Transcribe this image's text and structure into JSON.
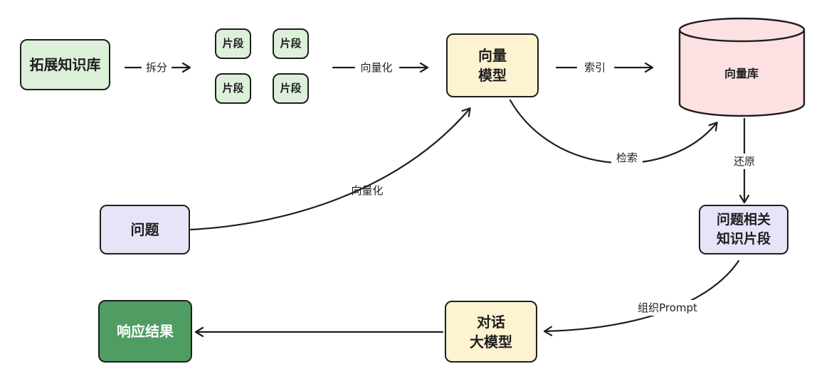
{
  "colors": {
    "stroke": "#1e1e1e",
    "green-fill": "#ddf0da",
    "cream-fill": "#fdf3d1",
    "pink-fill": "#fde0e2",
    "lavender-fill": "#e8e3f7",
    "dark-green-fill": "#4f9d63",
    "bg": "#ffffff",
    "white-text": "#ffffff"
  },
  "nodes": {
    "knowledge_base": "拓展知识库",
    "fragments": [
      "片段",
      "片段",
      "片段",
      "片段"
    ],
    "vector_model": "向量\n模型",
    "vector_store": "向量库",
    "question": "问题",
    "related_knowledge": "问题相关\n知识片段",
    "chat_model": "对话\n大模型",
    "response": "响应结果"
  },
  "edges": {
    "split": "拆分",
    "vectorize": "向量化",
    "index": "索引",
    "question_vectorize": "向量化",
    "retrieve": "检索",
    "restore": "还原",
    "organize_prompt": "组织Prompt"
  }
}
